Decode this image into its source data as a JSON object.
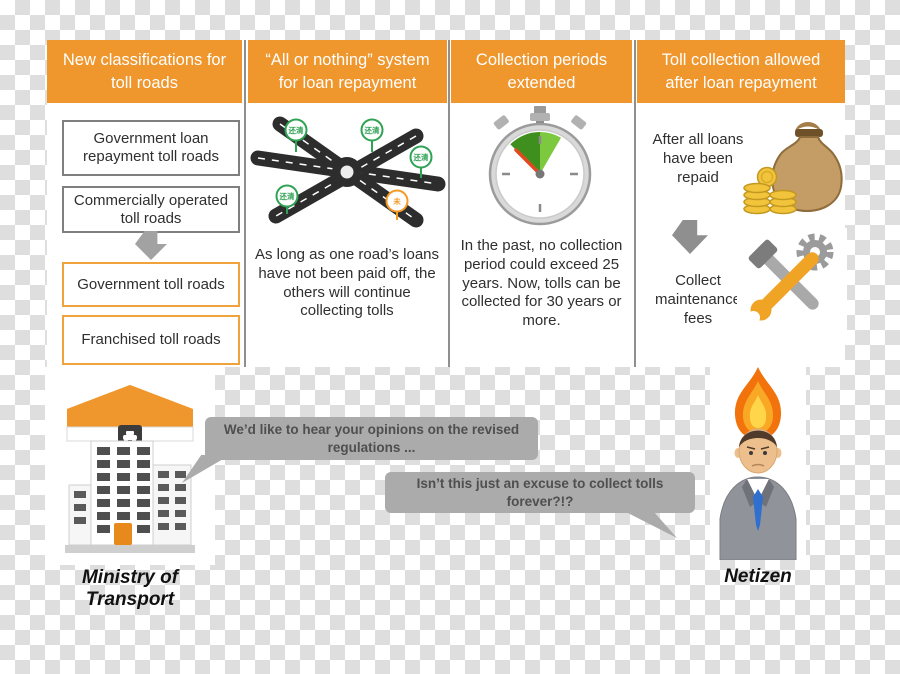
{
  "colors": {
    "header_orange": "#ef962d",
    "box_gray_border": "#7f7f7f",
    "box_orange_border": "#f0a23c",
    "pin_green": "#2fa254",
    "pin_orange": "#f59a23",
    "bubble_gray": "#ababab"
  },
  "columns": [
    {
      "header": "New classifications for toll roads",
      "boxes": [
        {
          "label": "Government loan repayment toll roads"
        },
        {
          "label": "Commercially operated toll roads"
        },
        {
          "label": "Government toll roads"
        },
        {
          "label": "Franchised toll roads"
        }
      ]
    },
    {
      "header": "“All or nothing” system for loan repayment",
      "pins": [
        {
          "label": "还清"
        },
        {
          "label": "还清"
        },
        {
          "label": "还清"
        },
        {
          "label": "还清"
        },
        {
          "label": "未"
        }
      ],
      "body": "As long as one road’s loans have not been paid off, the others will continue collecting tolls"
    },
    {
      "header": "Collection periods extended",
      "body": "In the past, no collection period could exceed 25 years. Now, tolls can be collected for 30 years or more."
    },
    {
      "header": "Toll collection allowed after loan repayment",
      "top_text": "After all loans have been repaid",
      "bottom_text": "Collect maintenance fees"
    }
  ],
  "dialogue": {
    "ministry_label": "Ministry of Transport",
    "netizen_label": "Netizen",
    "ministry_bubble": "We’d like to hear your opinions on the revised regulations ...",
    "netizen_bubble": "Isn’t this just an excuse to collect tolls forever?!?"
  }
}
